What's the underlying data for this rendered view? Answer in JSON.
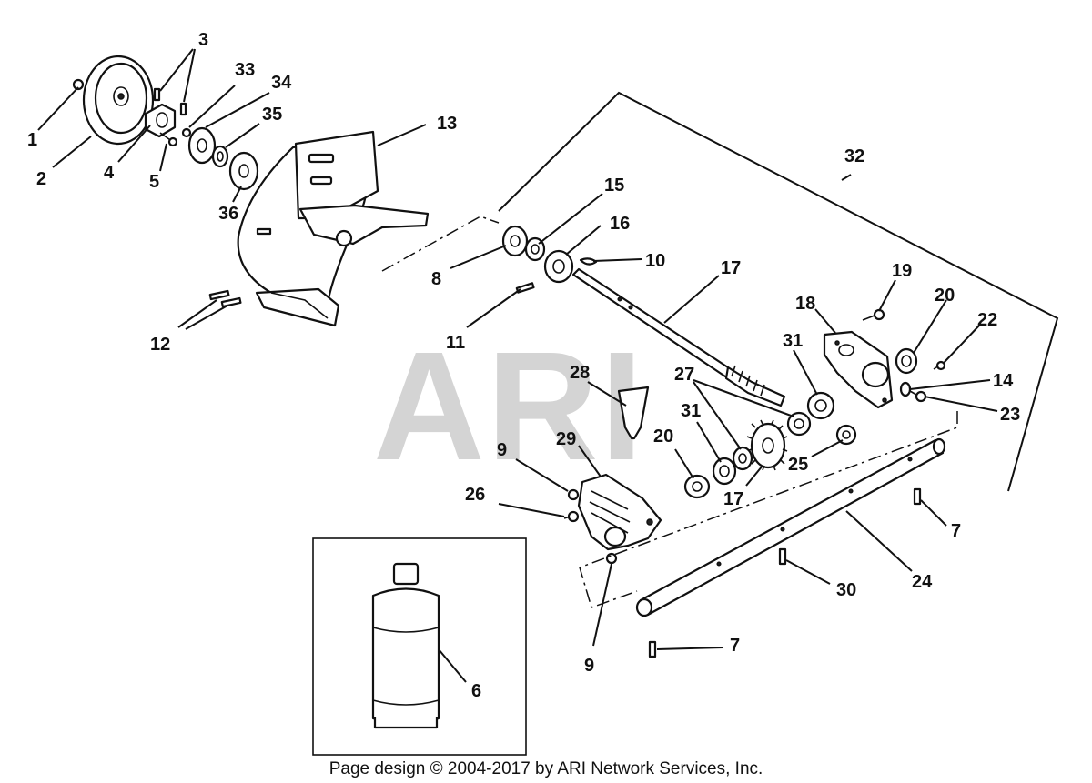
{
  "watermark": "ARI",
  "footer": "Page design © 2004-2017 by ARI Network Services, Inc.",
  "callouts": {
    "c1": "1",
    "c2": "2",
    "c3": "3",
    "c4": "4",
    "c5": "5",
    "c6": "6",
    "c7a": "7",
    "c7b": "7",
    "c8": "8",
    "c9a": "9",
    "c9b": "9",
    "c10": "10",
    "c11": "11",
    "c12": "12",
    "c13": "13",
    "c14": "14",
    "c15": "15",
    "c16": "16",
    "c17a": "17",
    "c17b": "17",
    "c18": "18",
    "c19": "19",
    "c20a": "20",
    "c20b": "20",
    "c22": "22",
    "c23": "23",
    "c24": "24",
    "c25": "25",
    "c26": "26",
    "c27": "27",
    "c28": "28",
    "c29": "29",
    "c30": "30",
    "c31a": "31",
    "c31b": "31",
    "c32": "32",
    "c33": "33",
    "c34": "34",
    "c35": "35",
    "c36": "36"
  }
}
